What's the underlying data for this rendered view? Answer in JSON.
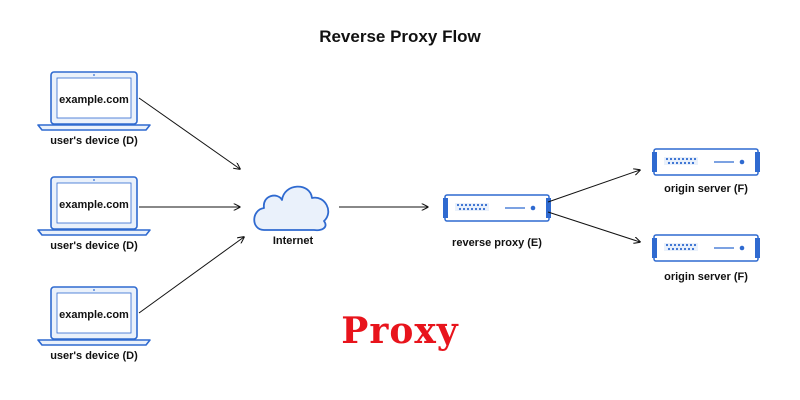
{
  "title": "Reverse Proxy Flow",
  "colors": {
    "accent": "#2f6ad0",
    "device_fill": "#eaf1fb",
    "line": "#111111",
    "watermark": "#e8141c"
  },
  "devices": [
    {
      "screen_text": "example.com",
      "label": "user's device (D)",
      "icon": "laptop-icon"
    },
    {
      "screen_text": "example.com",
      "label": "user's device (D)",
      "icon": "laptop-icon"
    },
    {
      "screen_text": "example.com",
      "label": "user's device (D)",
      "icon": "laptop-icon"
    }
  ],
  "internet": {
    "label": "Internet",
    "icon": "cloud-icon"
  },
  "proxy": {
    "label": "reverse proxy (E)",
    "icon": "server-icon"
  },
  "origins": [
    {
      "label": "origin server (F)",
      "icon": "server-icon"
    },
    {
      "label": "origin server (F)",
      "icon": "server-icon"
    }
  ],
  "watermark": "Proxy"
}
